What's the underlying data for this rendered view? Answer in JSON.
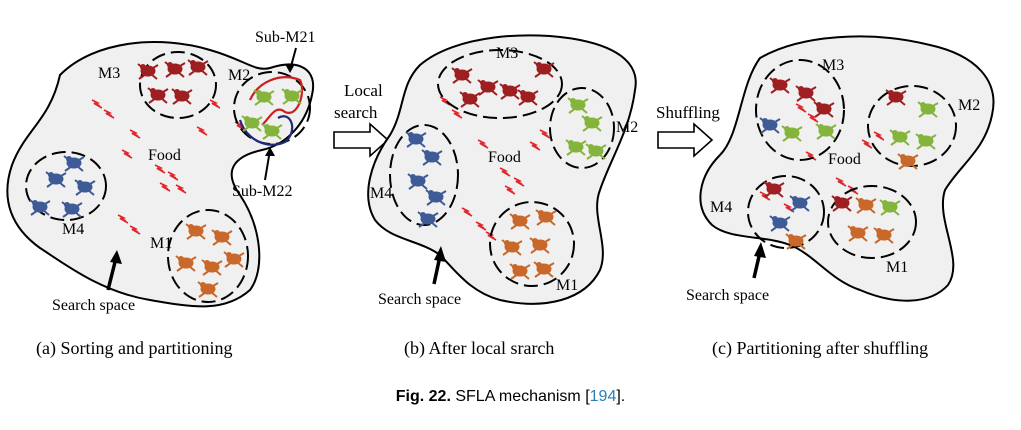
{
  "panels": [
    {
      "caption": "(a) Sorting and partitioning",
      "labels": {
        "m1": "M1",
        "m2": "M2",
        "m3": "M3",
        "m4": "M4",
        "food": "Food",
        "search": "Search space",
        "sub1": "Sub-M21",
        "sub2": "Sub-M22"
      }
    },
    {
      "caption": "(b) After local srarch",
      "labels": {
        "m1": "M1",
        "m2": "M2",
        "m3": "M3",
        "m4": "M4",
        "food": "Food",
        "search": "Search space"
      }
    },
    {
      "caption": "(c) Partitioning after shuffling",
      "labels": {
        "m1": "M1",
        "m2": "M2",
        "m3": "M3",
        "m4": "M4",
        "food": "Food",
        "search": "Search space"
      }
    }
  ],
  "arrows": {
    "local_line1": "Local",
    "local_line2": "search",
    "shuffling": "Shuffling"
  },
  "figure_caption": {
    "prefix": "Fig. 22.",
    "text": "SFLA mechanism",
    "ref_open": "[",
    "ref": "194",
    "ref_close": "]."
  },
  "colors": {
    "region_fill": "#f0f0f0",
    "food": "#e0262a",
    "frog_red": "#9e1f22",
    "frog_green": "#84b43c",
    "frog_blue": "#3f5b97",
    "frog_orange": "#c8682a",
    "sub_m21_curve": "#cc1f1f",
    "sub_m22_curve": "#1f2a7a"
  }
}
